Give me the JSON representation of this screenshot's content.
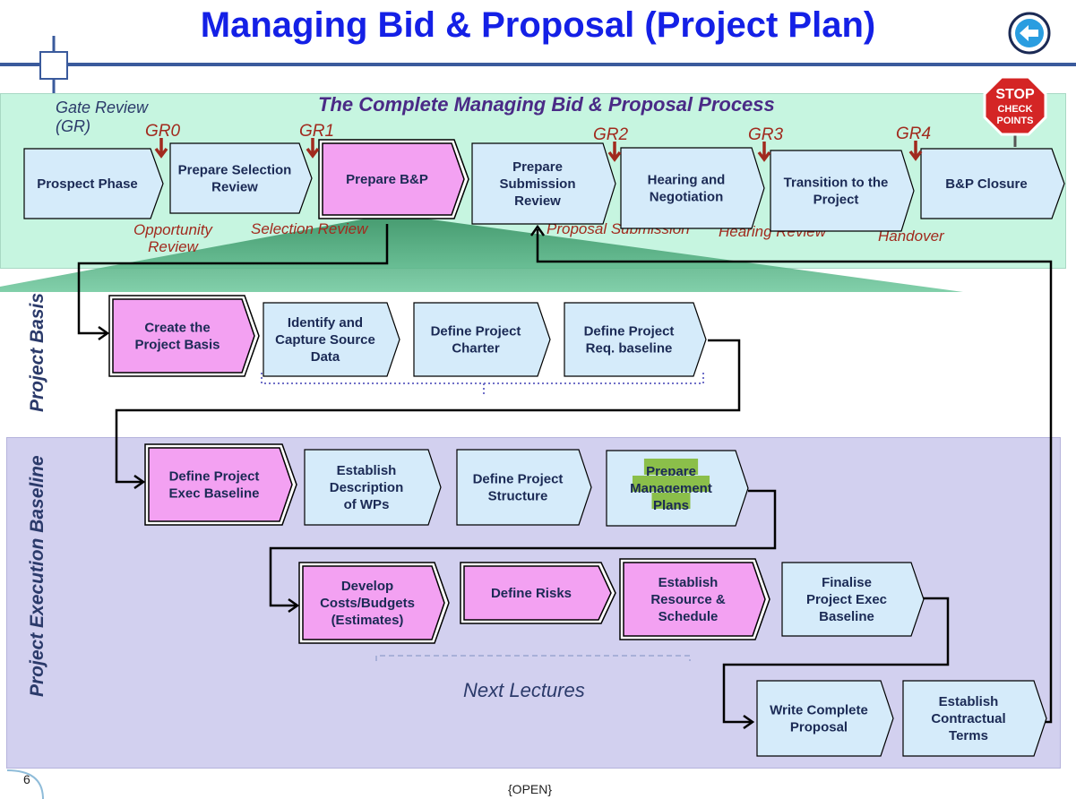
{
  "title": "Managing Bid & Proposal (Project Plan)",
  "subtitle": "The Complete Managing Bid & Proposal Process",
  "gate_review_label": "Gate Review (GR)",
  "gates": [
    "GR0",
    "GR1",
    "GR2",
    "GR3",
    "GR4"
  ],
  "review_labels": [
    "Opportunity Review",
    "Selection Review",
    "Proposal Submission",
    "Hearing Review",
    "Handover"
  ],
  "side_labels": {
    "basis": "Project Basis",
    "execution": "Project Execution Baseline"
  },
  "next_lectures": "Next Lectures",
  "stop_sign": {
    "line1": "STOP",
    "line2": "CHECK",
    "line3": "POINTS"
  },
  "page_number": "6",
  "footer": "{OPEN}",
  "colors": {
    "title": "#1420e6",
    "box_light": "#d5ebfa",
    "box_highlight": "#f3a1f2",
    "green_band": "#c6f5e0",
    "purple_band": "#d2d0ef",
    "gate_red": "#a12a1e",
    "highlight_green": "#8bbf4a"
  },
  "process_row": [
    {
      "label": "Prospect Phase",
      "highlight": false
    },
    {
      "label": "Prepare Selection Review",
      "highlight": false
    },
    {
      "label": "Prepare B&P",
      "highlight": true
    },
    {
      "label": "Prepare Submission Review",
      "highlight": false
    },
    {
      "label": "Hearing and Negotiation",
      "highlight": false
    },
    {
      "label": "Transition to the Project",
      "highlight": false
    },
    {
      "label": "B&P Closure",
      "highlight": false
    }
  ],
  "basis_row": [
    {
      "label": "Create the Project Basis",
      "highlight": true
    },
    {
      "label": "Identify and Capture Source Data",
      "highlight": false
    },
    {
      "label": "Define Project Charter",
      "highlight": false
    },
    {
      "label": "Define Project Req. baseline",
      "highlight": false
    }
  ],
  "exec_row1": [
    {
      "label": "Define Project Exec Baseline",
      "highlight": true
    },
    {
      "label": "Establish Description of WPs",
      "highlight": false
    },
    {
      "label": "Define Project Structure",
      "highlight": false
    },
    {
      "label": "Prepare Management Plans",
      "highlight": false,
      "text_highlight": true
    }
  ],
  "exec_row2": [
    {
      "label": "Develop Costs/Budgets (Estimates)",
      "highlight": true
    },
    {
      "label": "Define Risks",
      "highlight": true
    },
    {
      "label": "Establish Resource & Schedule",
      "highlight": true
    },
    {
      "label": "Finalise Project Exec Baseline",
      "highlight": false
    }
  ],
  "exec_row3": [
    {
      "label": "Write Complete Proposal",
      "highlight": false
    },
    {
      "label": "Establish Contractual Terms",
      "highlight": false
    }
  ]
}
